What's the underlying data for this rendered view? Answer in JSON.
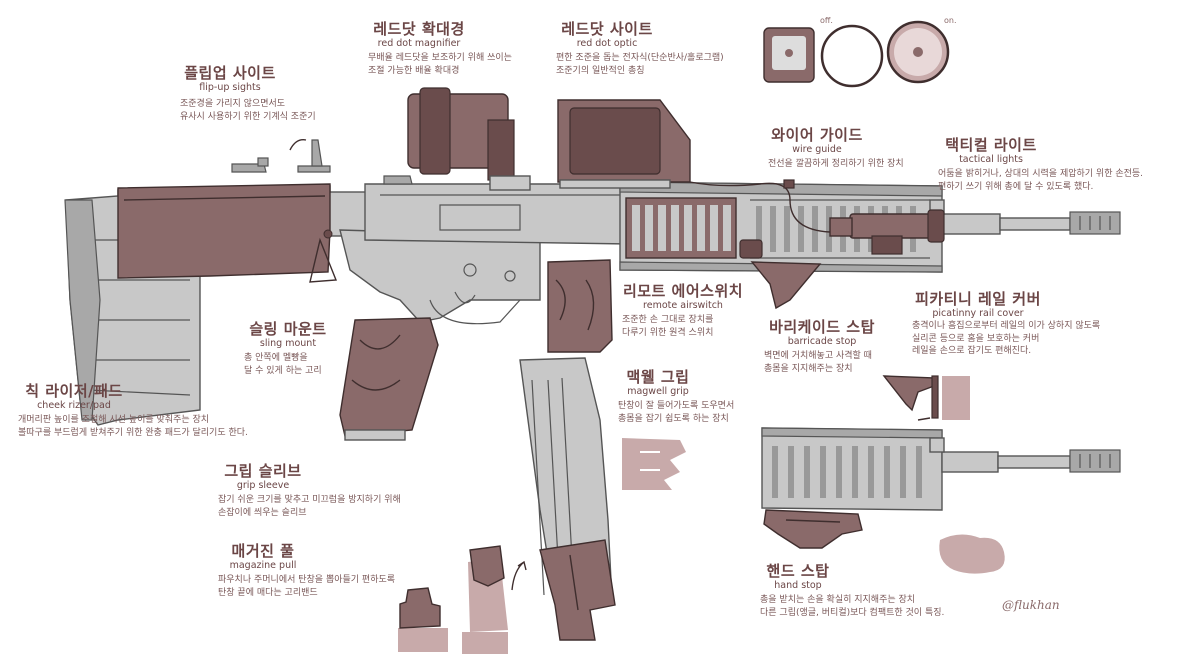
{
  "labels": {
    "flip_up": {
      "ko": "플립업 사이트",
      "en": "flip-up sights",
      "desc": [
        "조준경을 가리지 않으면서도",
        "유사시 사용하기 위한 기계식 조준기"
      ]
    },
    "magnifier": {
      "ko": "레드닷 확대경",
      "en": "red dot magnifier",
      "desc": [
        "무배율 레드닷을 보조하기 위해 쓰이는",
        "조절 가능한 배율 확대경"
      ]
    },
    "red_dot": {
      "ko": "레드닷 사이트",
      "en": "red dot optic",
      "desc": [
        "편한 조준을 돕는 전자식(단순반사/홀로그램)",
        "조준기의 일반적인 총칭"
      ]
    },
    "wire_guide": {
      "ko": "와이어 가이드",
      "en": "wire guide",
      "desc": [
        "전선을 깔끔하게 정리하기 위한 장치"
      ]
    },
    "tactical_light": {
      "ko": "택티컬 라이트",
      "en": "tactical lights",
      "desc": [
        "어둠을 밝히거나, 상대의 시력을 제압하기 위한 손전등.",
        "편하기 쓰기 위해 총에 달 수 있도록 했다."
      ]
    },
    "cheek_riser": {
      "ko": "칙 라이저/패드",
      "en": "cheek rizer/pad",
      "desc": [
        "개머리판 높이를 조절해 시선 높이를 맞춰주는 장치",
        "볼따구를 부드럽게 받쳐주기 위한 완충 패드가 달리기도 한다."
      ]
    },
    "sling_mount": {
      "ko": "슬링 마운트",
      "en": "sling mount",
      "desc": [
        "총 안쪽에 멜빵을",
        "달 수 있게 하는 고리"
      ]
    },
    "remote_switch": {
      "ko": "리모트 에어스위치",
      "en": "remote airswitch",
      "desc": [
        "조준한 손 그대로 장치를",
        "다루기 위한 원격 스위치"
      ]
    },
    "barricade_stop": {
      "ko": "바리케이드 스탑",
      "en": "barricade stop",
      "desc": [
        "벽면에 거치해놓고 사격할 때",
        "총몸을 지지해주는 장치"
      ]
    },
    "rail_cover": {
      "ko": "피카티니 레일 커버",
      "en": "picatinny rail cover",
      "desc": [
        "충격이나 흠집으로부터 레일의 이가 상하지 않도록",
        "실리콘 등으로 홈을 보호하는 커버",
        "레일을 손으로 잡기도 편해진다."
      ]
    },
    "magwell_grip": {
      "ko": "맥웰 그립",
      "en": "magwell grip",
      "desc": [
        "탄창이 잘 들어가도록 도우면서",
        "총몸을 잡기 쉽도록 하는 장치"
      ]
    },
    "grip_sleeve": {
      "ko": "그립 슬리브",
      "en": "grip sleeve",
      "desc": [
        "잡기 쉬운 크기를 맞추고 미끄럼을 방지하기 위해",
        "손잡이에 씌우는 슬리브"
      ]
    },
    "mag_pull": {
      "ko": "매거진 풀",
      "en": "magazine pull",
      "desc": [
        "파우치나 주머니에서 탄창을 뽑아들기 편하도록",
        "탄창 끝에 매다는 고리밴드"
      ]
    },
    "hand_stop": {
      "ko": "핸드 스탑",
      "en": "hand stop",
      "desc": [
        "총을 받치는 손을 확실히 지지해주는 장치",
        "다른 그립(앵글, 버티컬)보다 컴팩트한 것이 특징."
      ]
    }
  },
  "optic_states": {
    "off": "off.",
    "on": "on."
  },
  "signature": "@flukhan",
  "colors": {
    "gun": "#c9c9c9",
    "gun_dark": "#9a9a9a",
    "accessory": "#8a6a6a",
    "accessory_dark": "#5a4040",
    "outline": "#4a3a3a",
    "text": "#6b4646",
    "light_swatch": "#c8aaaa"
  }
}
